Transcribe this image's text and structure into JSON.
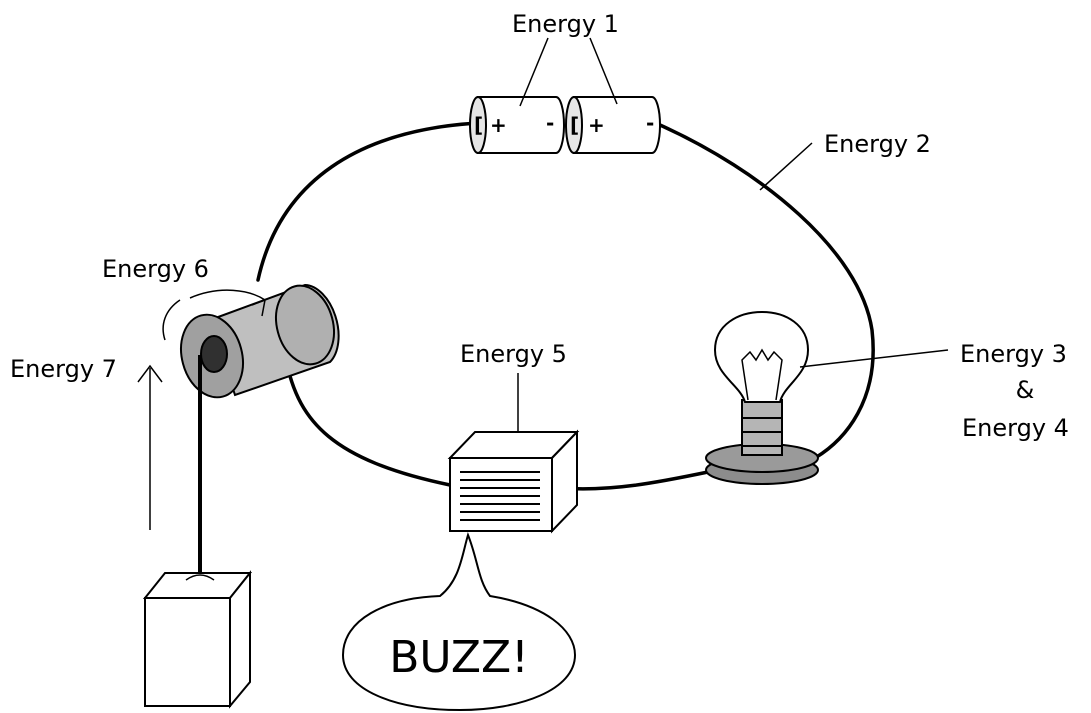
{
  "labels": {
    "energy1": "Energy 1",
    "energy2": "Energy 2",
    "energy3": "Energy 3",
    "amp": "&",
    "energy4": "Energy 4",
    "energy5": "Energy 5",
    "energy6": "Energy 6",
    "energy7": "Energy 7"
  },
  "battery": {
    "plus": "+",
    "minus": "-"
  },
  "speech": {
    "text": "BUZZ!"
  },
  "colors": {
    "line": "#000000",
    "battery_fill": "#ffffff",
    "generator_fill": "#bfbfbf",
    "generator_face": "#a0a0a0",
    "bulb_base": "#8c8c8c",
    "bulb_screw": "#b5b5b5"
  }
}
